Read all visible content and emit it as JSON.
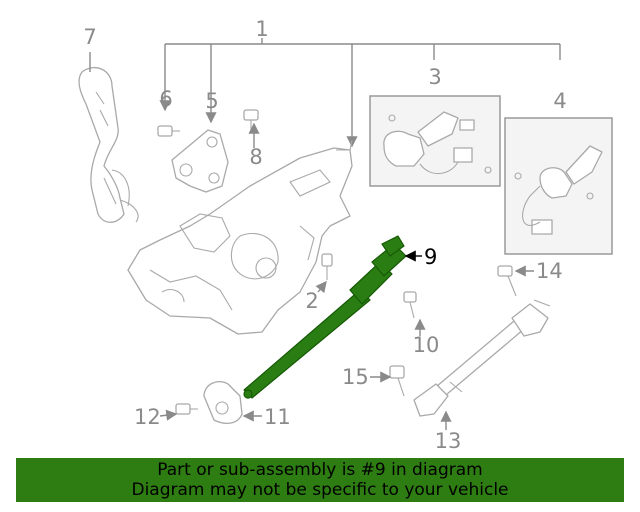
{
  "callouts": {
    "c1": "1",
    "c2": "2",
    "c3": "3",
    "c4": "4",
    "c5": "5",
    "c6": "6",
    "c7": "7",
    "c8": "8",
    "c9": "9",
    "c10": "10",
    "c11": "11",
    "c12": "12",
    "c13": "13",
    "c14": "14",
    "c15": "15"
  },
  "highlight_color": "#2e7d13",
  "banner": {
    "line1": "Part or sub-assembly is #9 in diagram",
    "line2": "Diagram may not be specific to your vehicle"
  }
}
